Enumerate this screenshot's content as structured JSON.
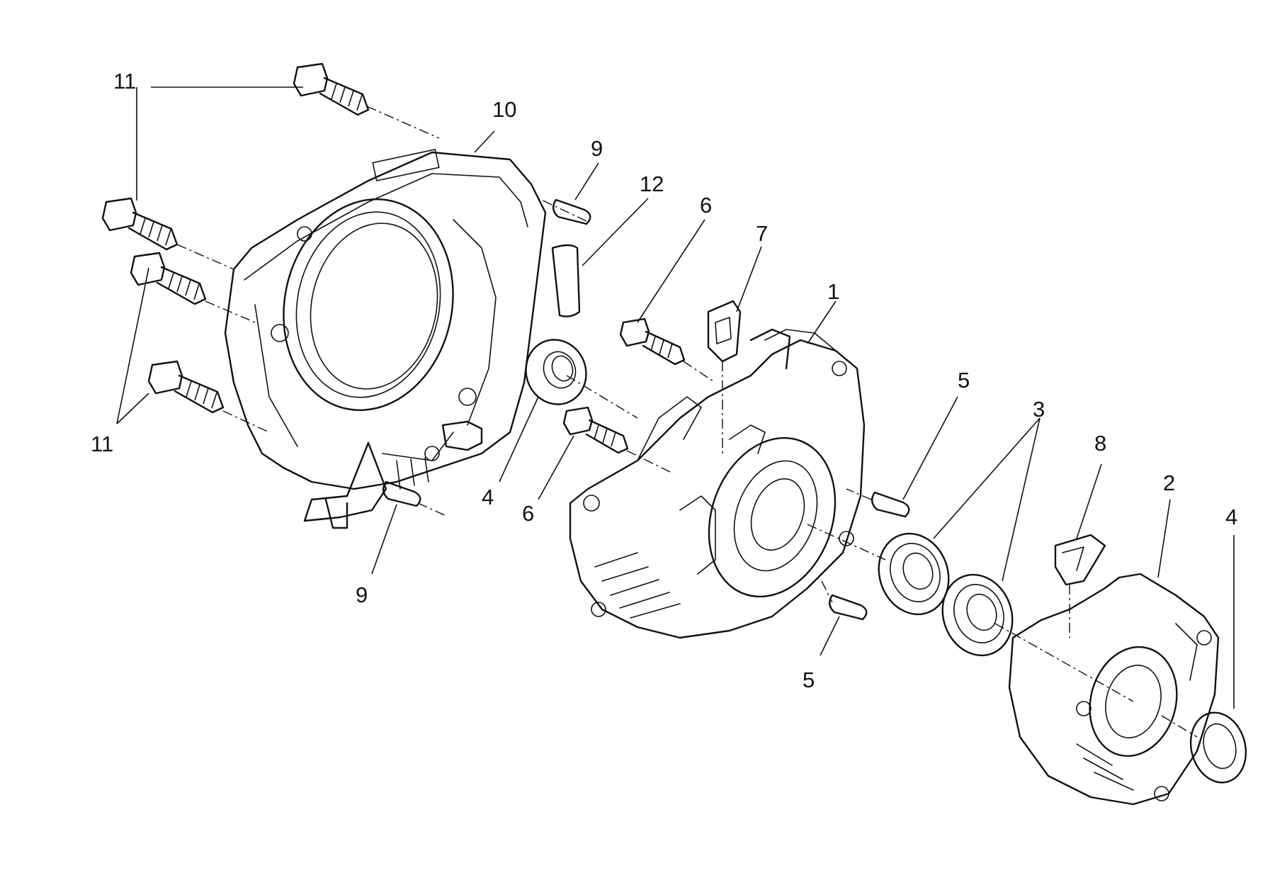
{
  "diagram": {
    "callouts": [
      {
        "id": "c11a",
        "text": "11"
      },
      {
        "id": "c10",
        "text": "10"
      },
      {
        "id": "c9a",
        "text": "9"
      },
      {
        "id": "c12",
        "text": "12"
      },
      {
        "id": "c6a",
        "text": "6"
      },
      {
        "id": "c7",
        "text": "7"
      },
      {
        "id": "c1",
        "text": "1"
      },
      {
        "id": "c5a",
        "text": "5"
      },
      {
        "id": "c3",
        "text": "3"
      },
      {
        "id": "c8",
        "text": "8"
      },
      {
        "id": "c2",
        "text": "2"
      },
      {
        "id": "c4a",
        "text": "4"
      },
      {
        "id": "c11b",
        "text": "11"
      },
      {
        "id": "c4b",
        "text": "4"
      },
      {
        "id": "c6b",
        "text": "6"
      },
      {
        "id": "c9b",
        "text": "9"
      },
      {
        "id": "c5b",
        "text": "5"
      }
    ]
  },
  "colors": {
    "ink": "#111111",
    "paper": "#ffffff"
  },
  "icons": [
    "flange-bolt",
    "dowel-pin",
    "ball-bearing",
    "oil-seal",
    "crankcase-half",
    "fan-housing",
    "breather-clip",
    "gasket-strip"
  ]
}
